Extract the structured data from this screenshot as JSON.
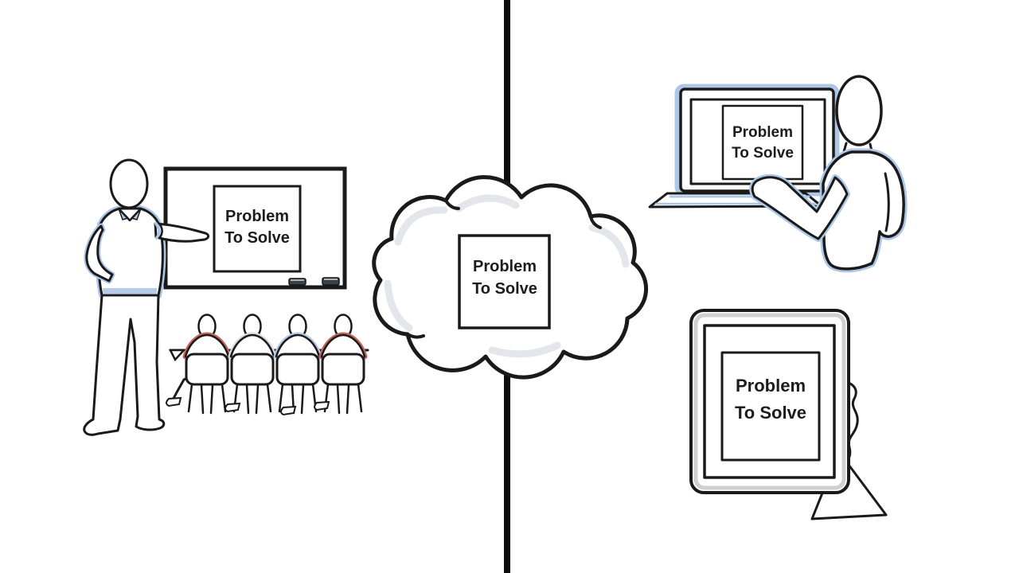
{
  "divider": {
    "color": "#0d0d0d"
  },
  "classroom": {
    "board_text": {
      "line1": "Problem",
      "line2": "To Solve"
    },
    "students": [
      {
        "accent": "#c4635b"
      },
      {
        "accent": "#d9dcdf"
      },
      {
        "accent": "#b0c9e6"
      },
      {
        "accent": "#c4635b"
      }
    ]
  },
  "cloud": {
    "text": {
      "line1": "Problem",
      "line2": "To Solve"
    }
  },
  "online": {
    "laptop_text": {
      "line1": "Problem",
      "line2": "To Solve"
    },
    "tablet_text": {
      "line1": "Problem",
      "line2": "To Solve"
    }
  },
  "colors": {
    "outline": "#1a1a1a",
    "accent_blue": "#aec7e6",
    "accent_red": "#c4635b",
    "accent_gray": "#d9dcdf",
    "cloud_shade": "#e3e7eb",
    "tablet_frame_shade": "#ccd1d5",
    "marker_dark": "#3a414b"
  }
}
